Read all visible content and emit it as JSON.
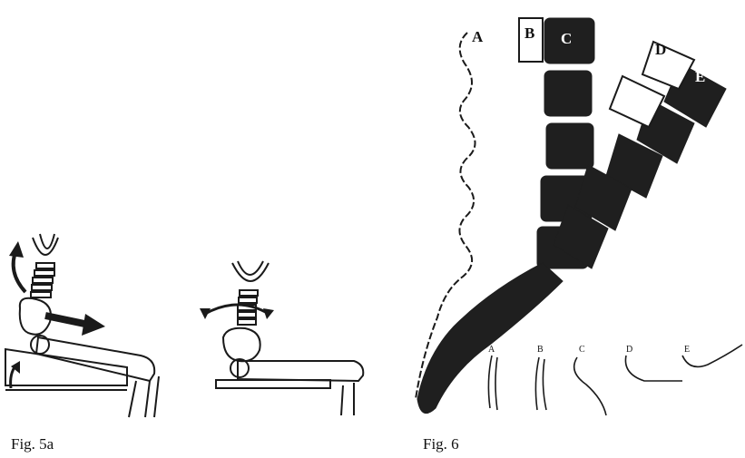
{
  "figures": {
    "fig5": {
      "caption": "Fig. 5a"
    },
    "fig6": {
      "caption": "Fig. 6",
      "vertebra_labels": [
        "A",
        "B",
        "C",
        "D",
        "E"
      ],
      "sequence_labels": [
        "A",
        "B",
        "C",
        "D",
        "E"
      ]
    }
  },
  "colors": {
    "ink": "#1a1a1a",
    "paper": "#ffffff"
  },
  "icons": [
    "curved-arrow-up-icon",
    "double-arrow-right-icon",
    "rotation-arrow-icon",
    "arrow-up-icon"
  ]
}
